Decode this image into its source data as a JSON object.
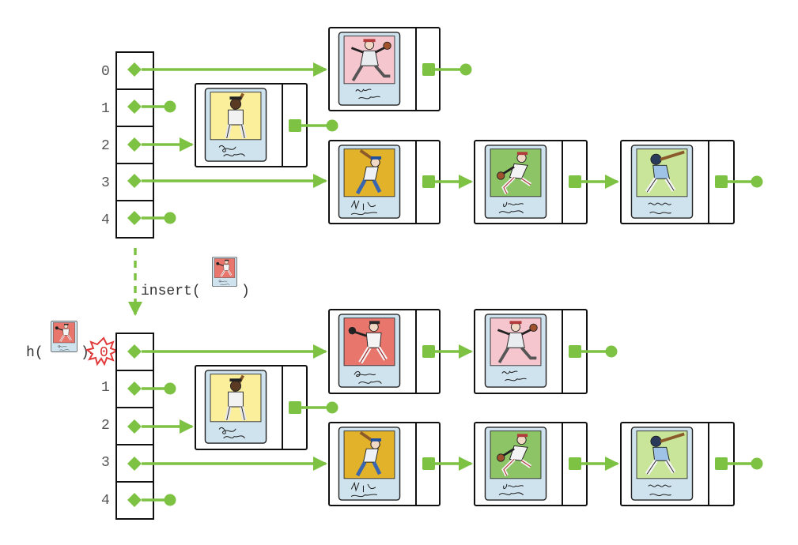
{
  "colors": {
    "arrow": "#7dc242",
    "box_stroke": "#111111",
    "card_bg": "#cfe3ef",
    "burst": "#e23b3b"
  },
  "top_table": {
    "indices": [
      "0",
      "1",
      "2",
      "3",
      "4"
    ],
    "buckets": [
      {
        "index": "0",
        "cards": [
          "pink-pitcher-card"
        ]
      },
      {
        "index": "1",
        "cards": []
      },
      {
        "index": "2",
        "cards": [
          "yellow-batter-card"
        ]
      },
      {
        "index": "3",
        "cards": [
          "mustard-batter-card",
          "green-pitcher-card",
          "lime-batter-card"
        ]
      },
      {
        "index": "4",
        "cards": []
      }
    ]
  },
  "operation": {
    "func": "insert",
    "open_paren": "(",
    "close_paren": ")",
    "card": "red-pitcher-card"
  },
  "hash": {
    "func": "h",
    "open_paren": "(",
    "close_paren": ")",
    "equals": "=",
    "result": "0",
    "card": "red-pitcher-card"
  },
  "bottom_table": {
    "indices": [
      "0",
      "1",
      "2",
      "3",
      "4"
    ],
    "buckets": [
      {
        "index": "0",
        "cards": [
          "red-pitcher-card",
          "pink-pitcher-card"
        ]
      },
      {
        "index": "1",
        "cards": []
      },
      {
        "index": "2",
        "cards": [
          "yellow-batter-card"
        ]
      },
      {
        "index": "3",
        "cards": [
          "mustard-batter-card",
          "green-pitcher-card",
          "lime-batter-card"
        ]
      },
      {
        "index": "4",
        "cards": []
      }
    ]
  }
}
